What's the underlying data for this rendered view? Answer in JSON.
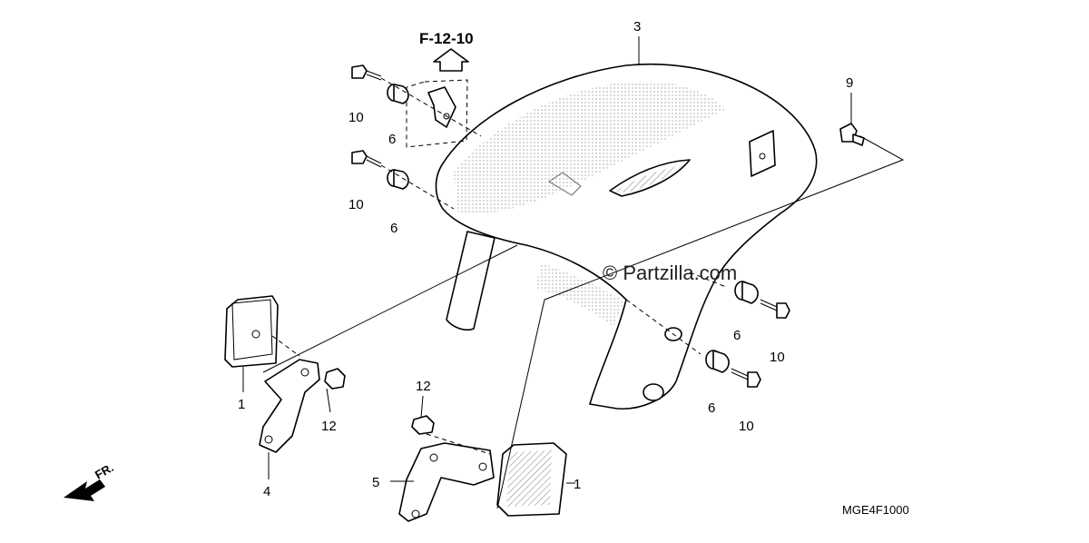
{
  "reference": {
    "label": "F-12-10"
  },
  "watermark": {
    "text": "© Partzilla.com"
  },
  "diagram_code": "MGE4F1000",
  "direction": {
    "label": "FR."
  },
  "callouts": [
    {
      "text": "3"
    },
    {
      "text": "9"
    },
    {
      "text": "10"
    },
    {
      "text": "6"
    },
    {
      "text": "10"
    },
    {
      "text": "6"
    },
    {
      "text": "6"
    },
    {
      "text": "10"
    },
    {
      "text": "6"
    },
    {
      "text": "10"
    },
    {
      "text": "1"
    },
    {
      "text": "12"
    },
    {
      "text": "4"
    },
    {
      "text": "12"
    },
    {
      "text": "5"
    },
    {
      "text": "1"
    }
  ]
}
